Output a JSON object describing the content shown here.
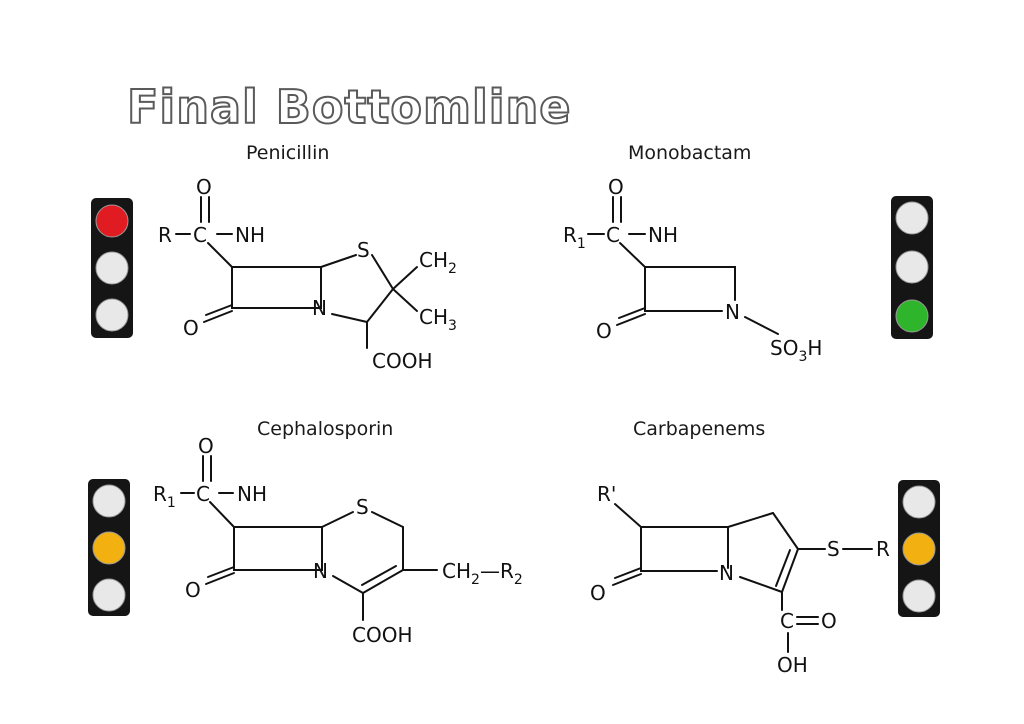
{
  "title": "Final Bottomline",
  "panels": [
    {
      "name": "Penicillin",
      "light": "red"
    },
    {
      "name": "Monobactam",
      "light": "green"
    },
    {
      "name": "Cephalosporin",
      "light": "yellow"
    },
    {
      "name": "Carbapenems",
      "light": "yellow"
    }
  ],
  "colors": {
    "red": "#e11b22",
    "yellow": "#f2b110",
    "green": "#2fb52b",
    "off": "#e8e8e8",
    "housing": "#151515"
  },
  "labels": {
    "o": "O",
    "r": "R",
    "c": "C",
    "nh": "NH",
    "n": "N",
    "s": "S",
    "r1": "R",
    "sub1": "1",
    "ch": "CH",
    "sub2": "2",
    "sub3": "3",
    "cooh": "COOH",
    "so": "SO",
    "h": "H",
    "rprime": "R'",
    "oh": "OH",
    "dash": "—"
  }
}
